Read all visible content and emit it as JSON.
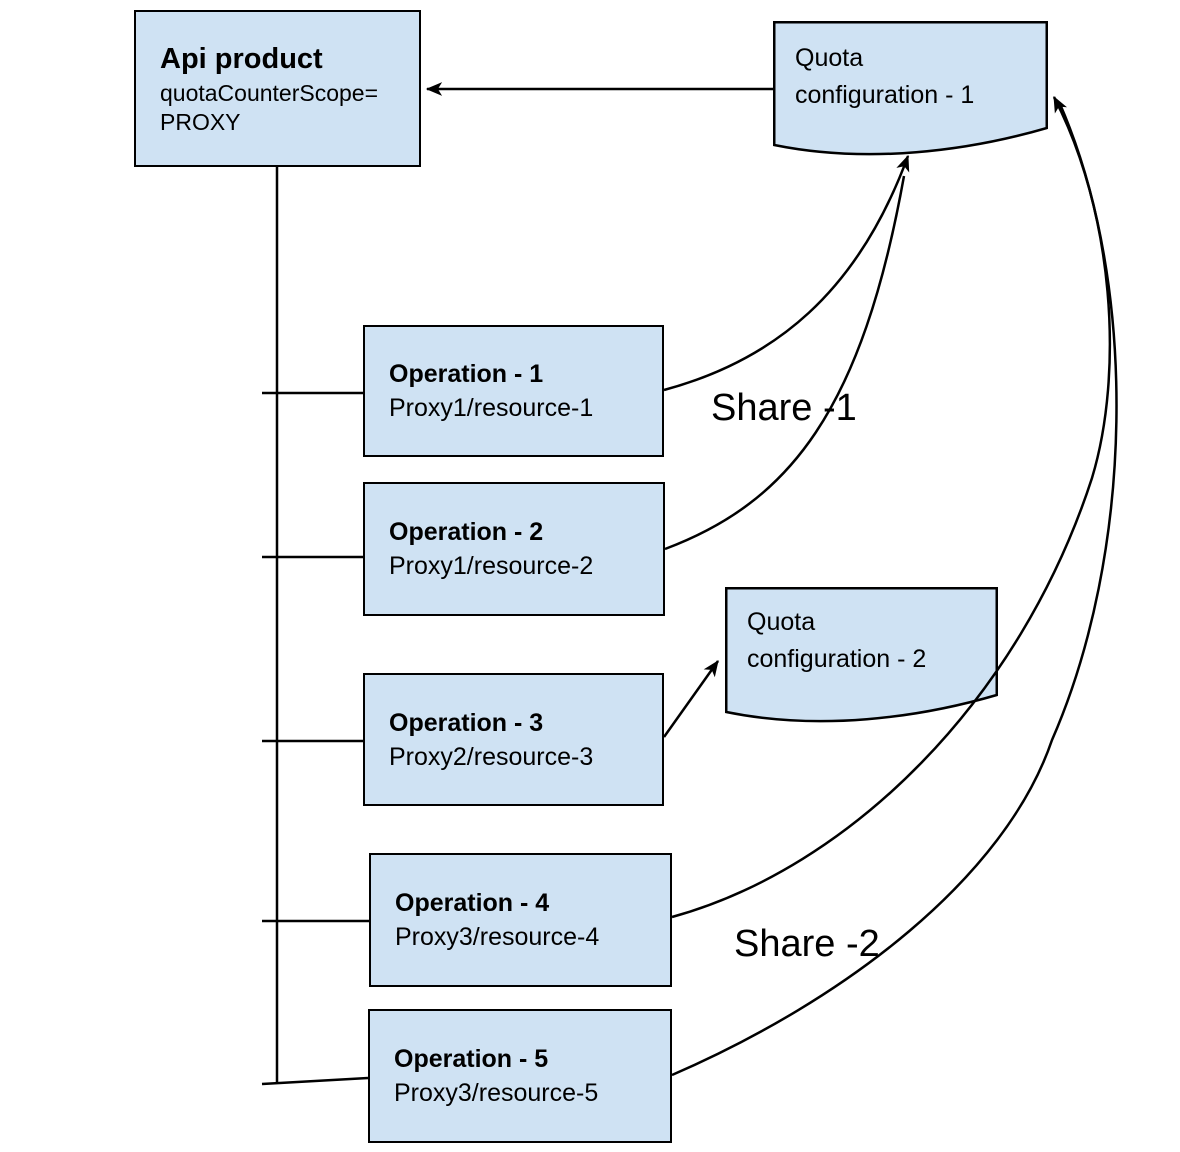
{
  "canvas": {
    "colors": {
      "node_fill": "#cfe2f3",
      "stroke": "#000000",
      "background": "#ffffff"
    }
  },
  "nodes": {
    "api_product": {
      "title": "Api product",
      "line1": "quotaCounterScope=",
      "line2": "PROXY"
    },
    "quota_config_1": {
      "line1": "Quota",
      "line2": "configuration - 1"
    },
    "quota_config_2": {
      "line1": "Quota",
      "line2": "configuration - 2"
    },
    "operations": [
      {
        "title": "Operation - 1",
        "subtitle": "Proxy1/resource-1"
      },
      {
        "title": "Operation - 2",
        "subtitle": "Proxy1/resource-2"
      },
      {
        "title": "Operation - 3",
        "subtitle": "Proxy2/resource-3"
      },
      {
        "title": "Operation - 4",
        "subtitle": "Proxy3/resource-4"
      },
      {
        "title": "Operation - 5",
        "subtitle": "Proxy3/resource-5"
      }
    ]
  },
  "labels": {
    "share1": "Share -1",
    "share2": "Share -2"
  },
  "edges": [
    "quota-config-1 -> api-product",
    "api-product -> operation-1..5 (tree trunk)",
    "operation-1 -> quota-config-1",
    "operation-2 -> quota-config-1",
    "operation-3 -> quota-config-2",
    "operation-4 -> quota-config-1",
    "operation-5 -> quota-config-1"
  ]
}
